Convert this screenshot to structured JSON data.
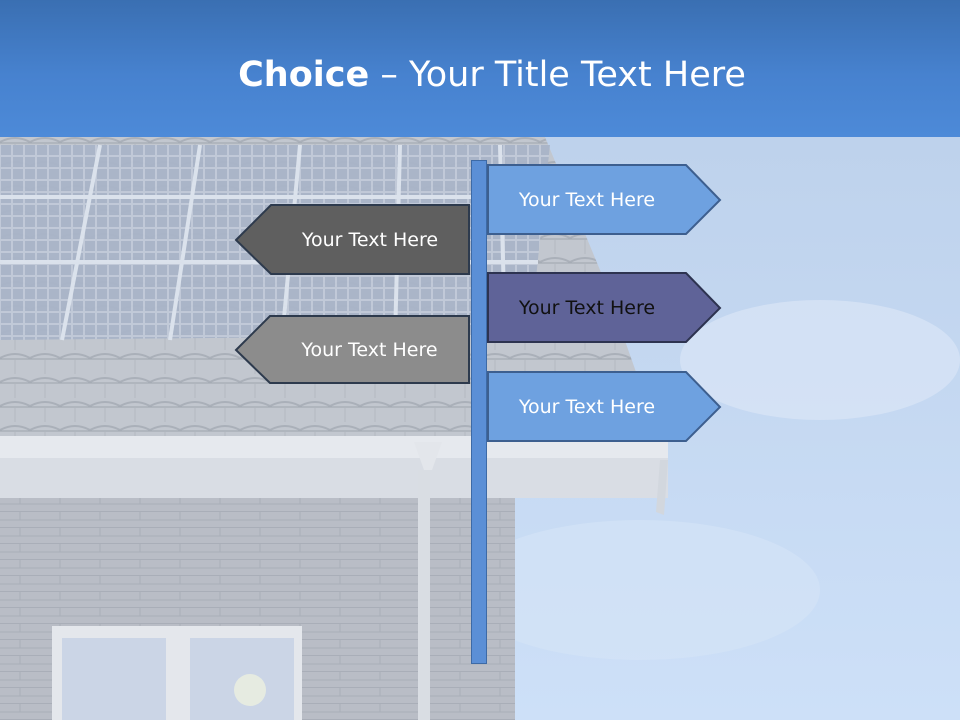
{
  "slide": {
    "title_bold": "Choice",
    "title_rest": " – Your Title Text Here"
  },
  "signs": {
    "left": [
      {
        "label": "Your Text Here",
        "fill": "#5f5f5f",
        "text_color": "#ffffff"
      },
      {
        "label": "Your Text Here",
        "fill": "#8c8c8c",
        "text_color": "#ffffff"
      }
    ],
    "right": [
      {
        "label": "Your Text Here",
        "fill": "#6ea1e0",
        "text_color": "#ffffff"
      },
      {
        "label": "Your Text Here",
        "fill": "#5f6398",
        "text_color": "#111111"
      },
      {
        "label": "Your Text Here",
        "fill": "#6ea1e0",
        "text_color": "#ffffff"
      }
    ]
  },
  "colors": {
    "title_band": "#4782cf",
    "post": "#5b8fd6"
  }
}
